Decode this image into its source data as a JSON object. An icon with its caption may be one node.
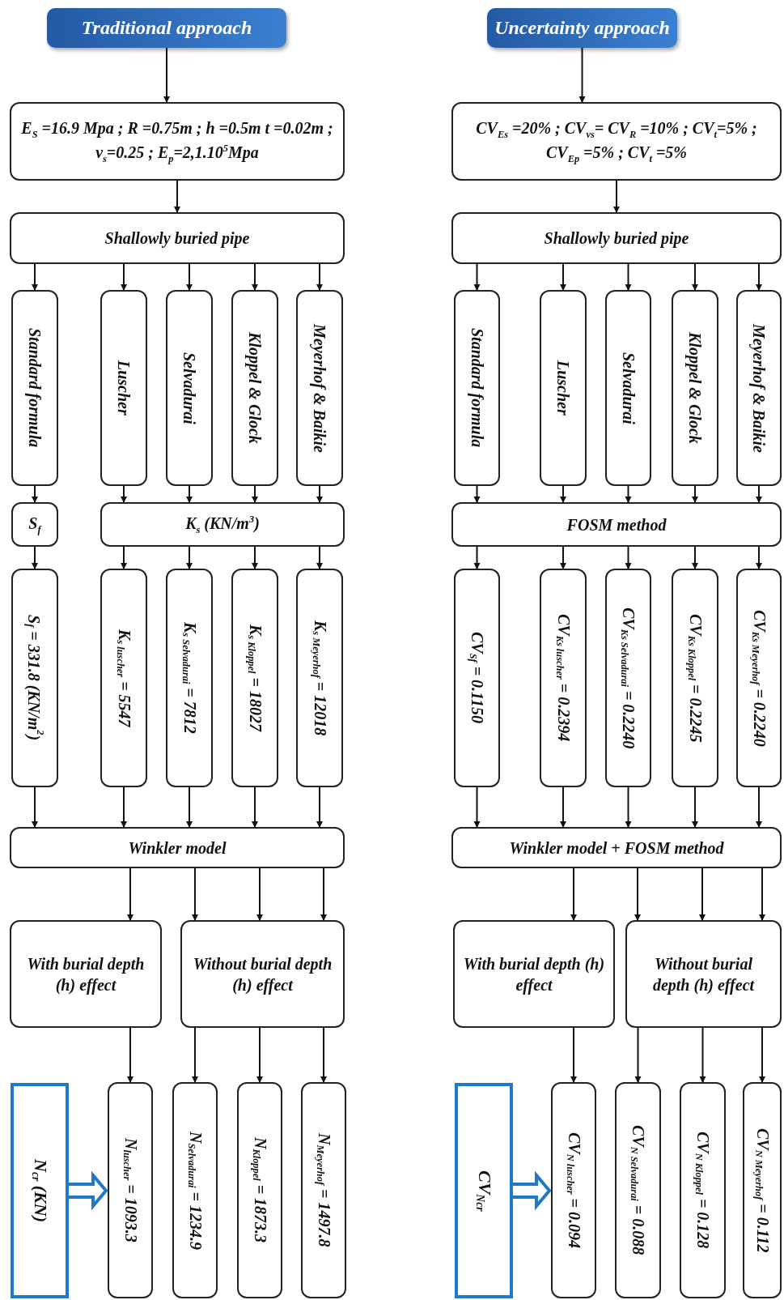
{
  "diagram": {
    "nodes": [
      {
        "text": [
          "Traditional approach"
        ]
      },
      {
        "text": [
          "E$_{S}$ =16.9 Mpa ; R =0.75m ; h =0.5m t =0.02m ; v$_{s}$=0.25 ; E$_{p}$=2,1.10$^{5}$Mpa"
        ]
      },
      {
        "text": [
          "Shallowly buried pipe"
        ]
      },
      {
        "text": [
          "Standard formula"
        ]
      },
      {
        "text": [
          "Luscher"
        ]
      },
      {
        "text": [
          "Selvadurai"
        ]
      },
      {
        "text": [
          "Kloppel & Glock"
        ]
      },
      {
        "text": [
          "Meyerhof & Baikie"
        ]
      },
      {
        "text": [
          "S$_{f}$"
        ]
      },
      {
        "text": [
          "K$_{s}$ (KN/m$^{3}$)"
        ]
      },
      {
        "text": [
          "S$_{f}$ = 331.8 (KN/m$^{2}$)"
        ]
      },
      {
        "text": [
          "K$_{s luscher}$ = 5547"
        ]
      },
      {
        "text": [
          "K$_{s Selvadurai}$ = 7812"
        ]
      },
      {
        "text": [
          "K$_{s Kloppel}$ = 18027"
        ]
      },
      {
        "text": [
          "K$_{s Meyerhof}$ = 12018"
        ]
      },
      {
        "text": [
          "Winkler model"
        ]
      },
      {
        "text": [
          "With burial depth (h) effect"
        ]
      },
      {
        "text": [
          "Without burial depth (h) effect"
        ]
      },
      {
        "text": [
          "N$_{cr}$ (KN)"
        ]
      },
      {
        "text": [
          "N$_{luscher}$ = 1093.3"
        ]
      },
      {
        "text": [
          "N$_{Selvadurai}$ = 1234.9"
        ]
      },
      {
        "text": [
          "N$_{Kloppel}$ = 1873.3"
        ]
      },
      {
        "text": [
          "N$_{Meyerhof}$ = 1497.8"
        ]
      },
      {
        "text": [
          "Uncertainty approach"
        ]
      },
      {
        "text": [
          "CV$_{Es}$ =20% ; CV$_{vs}$= CV$_{R}$ =10% ; CV$_{t}$=5% ; CV$_{Ep}$ =5% ; CV$_{t}$ =5%"
        ]
      },
      {
        "text": [
          "Shallowly buried pipe"
        ]
      },
      {
        "text": [
          "Standard formula"
        ]
      },
      {
        "text": [
          "Luscher"
        ]
      },
      {
        "text": [
          "Selvadurai"
        ]
      },
      {
        "text": [
          "Kloppel & Glock"
        ]
      },
      {
        "text": [
          "Meyerhof & Baikie"
        ]
      },
      {
        "text": [
          "FOSM method"
        ]
      },
      {
        "text": [
          "CV$_{Sf}$ = 0.1150"
        ]
      },
      {
        "text": [
          "CV$_{Ks luscher}$ = 0.2394"
        ]
      },
      {
        "text": [
          "CV$_{Ks Selvadurai}$ = 0.2240"
        ]
      },
      {
        "text": [
          "CV$_{Ks Kloppel}$ = 0.2245"
        ]
      },
      {
        "text": [
          "CV$_{Ks Meyerhof}$ = 0.2240"
        ]
      },
      {
        "text": [
          "Winkler model + FOSM method"
        ]
      },
      {
        "text": [
          "With burial depth (h) effect"
        ]
      },
      {
        "text": [
          "Without burial depth (h) effect"
        ]
      },
      {
        "text": [
          "CV$_{Ncr}$"
        ]
      },
      {
        "text": [
          "CV$_{N luscher}$ = 0.094"
        ]
      },
      {
        "text": [
          "CV$_{N Selvadurai}$ = 0.088"
        ]
      },
      {
        "text": [
          "CV$_{N Kloppel}$ = 0.128"
        ]
      },
      {
        "text": [
          "CV$_{N Meyerhof}$ = 0.112"
        ]
      }
    ],
    "edges": [
      {
        "from": 0,
        "to": 1,
        "arrow": "to"
      },
      {
        "from": 1,
        "to": 2,
        "arrow": "to"
      },
      {
        "from": 2,
        "to": 3,
        "arrow": "to"
      },
      {
        "from": 2,
        "to": 4,
        "arrow": "to"
      },
      {
        "from": 2,
        "to": 5,
        "arrow": "to"
      },
      {
        "from": 2,
        "to": 6,
        "arrow": "to"
      },
      {
        "from": 2,
        "to": 7,
        "arrow": "to"
      },
      {
        "from": 3,
        "to": 8,
        "arrow": "to"
      },
      {
        "from": 4,
        "to": 9,
        "arrow": "to"
      },
      {
        "from": 5,
        "to": 9,
        "arrow": "to"
      },
      {
        "from": 6,
        "to": 9,
        "arrow": "to"
      },
      {
        "from": 7,
        "to": 9,
        "arrow": "to"
      },
      {
        "from": 8,
        "to": 10,
        "arrow": "to"
      },
      {
        "from": 9,
        "to": 11,
        "arrow": "to"
      },
      {
        "from": 9,
        "to": 12,
        "arrow": "to"
      },
      {
        "from": 9,
        "to": 13,
        "arrow": "to"
      },
      {
        "from": 9,
        "to": 14,
        "arrow": "to"
      },
      {
        "from": 10,
        "to": 15,
        "arrow": "to"
      },
      {
        "from": 11,
        "to": 15,
        "arrow": "to"
      },
      {
        "from": 12,
        "to": 15,
        "arrow": "to"
      },
      {
        "from": 13,
        "to": 15,
        "arrow": "to"
      },
      {
        "from": 14,
        "to": 15,
        "arrow": "to"
      },
      {
        "from": 15,
        "to": 16,
        "arrow": "to"
      },
      {
        "from": 15,
        "to": 17,
        "arrow": "to"
      },
      {
        "from": 15,
        "to": 17,
        "arrow": "to"
      },
      {
        "from": 15,
        "to": 17,
        "arrow": "to"
      },
      {
        "from": 16,
        "to": 19,
        "arrow": "to"
      },
      {
        "from": 17,
        "to": 20,
        "arrow": "to"
      },
      {
        "from": 17,
        "to": 21,
        "arrow": "to"
      },
      {
        "from": 17,
        "to": 22,
        "arrow": "to"
      },
      {
        "from": 18,
        "to": 19,
        "arrow": "to",
        "style": "thick",
        "color": "#1f78c8"
      },
      {
        "from": 23,
        "to": 24,
        "arrow": "to"
      },
      {
        "from": 24,
        "to": 25,
        "arrow": "to"
      },
      {
        "from": 25,
        "to": 26,
        "arrow": "to"
      },
      {
        "from": 25,
        "to": 27,
        "arrow": "to"
      },
      {
        "from": 25,
        "to": 28,
        "arrow": "to"
      },
      {
        "from": 25,
        "to": 29,
        "arrow": "to"
      },
      {
        "from": 25,
        "to": 30,
        "arrow": "to"
      },
      {
        "from": 26,
        "to": 31,
        "arrow": "to"
      },
      {
        "from": 27,
        "to": 31,
        "arrow": "to"
      },
      {
        "from": 28,
        "to": 31,
        "arrow": "to"
      },
      {
        "from": 29,
        "to": 31,
        "arrow": "to"
      },
      {
        "from": 30,
        "to": 31,
        "arrow": "to"
      },
      {
        "from": 31,
        "to": 32,
        "arrow": "to"
      },
      {
        "from": 31,
        "to": 33,
        "arrow": "to"
      },
      {
        "from": 31,
        "to": 34,
        "arrow": "to"
      },
      {
        "from": 31,
        "to": 35,
        "arrow": "to"
      },
      {
        "from": 31,
        "to": 36,
        "arrow": "to"
      },
      {
        "from": 32,
        "to": 37,
        "arrow": "to"
      },
      {
        "from": 33,
        "to": 37,
        "arrow": "to"
      },
      {
        "from": 34,
        "to": 37,
        "arrow": "to"
      },
      {
        "from": 35,
        "to": 37,
        "arrow": "to"
      },
      {
        "from": 36,
        "to": 37,
        "arrow": "to"
      },
      {
        "from": 37,
        "to": 38,
        "arrow": "to"
      },
      {
        "from": 37,
        "to": 39,
        "arrow": "to"
      },
      {
        "from": 37,
        "to": 39,
        "arrow": "to"
      },
      {
        "from": 37,
        "to": 39,
        "arrow": "to"
      },
      {
        "from": 38,
        "to": 41,
        "arrow": "to"
      },
      {
        "from": 39,
        "to": 42,
        "arrow": "to"
      },
      {
        "from": 39,
        "to": 43,
        "arrow": "to"
      },
      {
        "from": 39,
        "to": 44,
        "arrow": "to"
      },
      {
        "from": 40,
        "to": 41,
        "arrow": "to",
        "style": "thick",
        "color": "#1f78c8"
      }
    ]
  }
}
